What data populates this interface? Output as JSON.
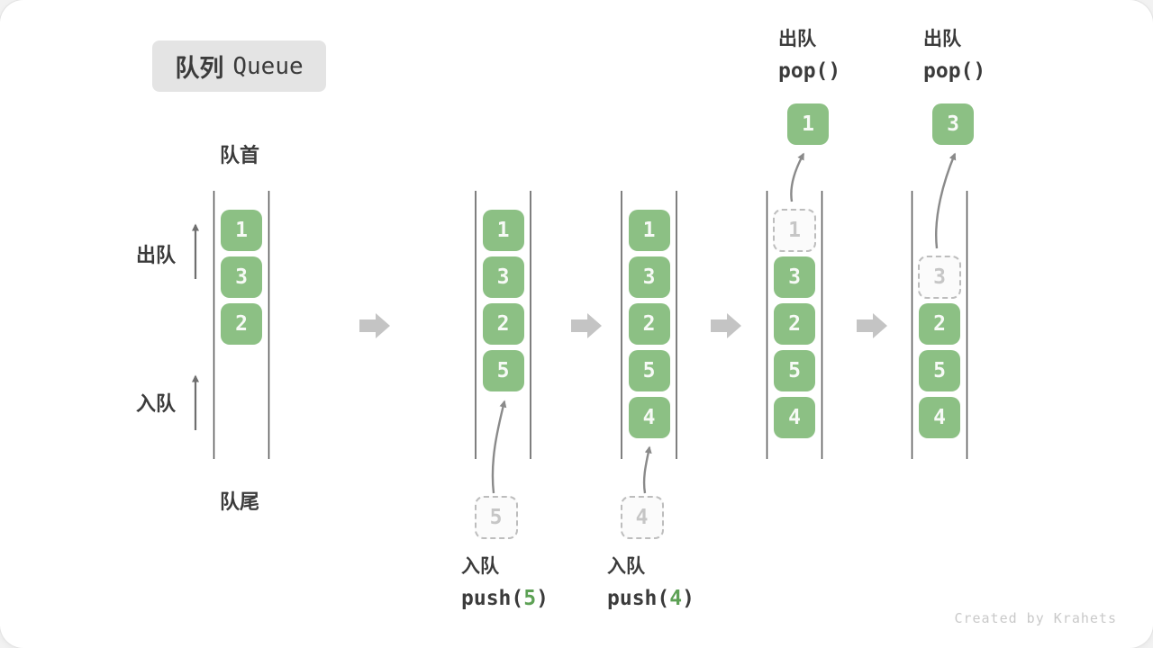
{
  "title": {
    "zh": "队列",
    "en": "Queue"
  },
  "side_labels": {
    "front": "队首",
    "rear": "队尾",
    "dequeue": "出队",
    "enqueue": "入队"
  },
  "watermark": "Created by Krahets",
  "colors": {
    "item_green": "#8cc084",
    "arg_green": "#5da155",
    "label_dark": "#3b3b3b",
    "thin_arrow": "#8a8a8a",
    "block_arrow": "#c4c4c4",
    "column_line": "#555555",
    "dashed_border": "#bdbdbd",
    "dashed_text": "#c6c6c6"
  },
  "states": [
    {
      "name": "initial",
      "slots": [
        {
          "slot": 0,
          "v": "1",
          "style": "green"
        },
        {
          "slot": 1,
          "v": "3",
          "style": "green"
        },
        {
          "slot": 2,
          "v": "2",
          "style": "green"
        }
      ]
    },
    {
      "name": "after-push-5",
      "slots": [
        {
          "slot": 0,
          "v": "1",
          "style": "green"
        },
        {
          "slot": 1,
          "v": "3",
          "style": "green"
        },
        {
          "slot": 2,
          "v": "2",
          "style": "green"
        },
        {
          "slot": 3,
          "v": "5",
          "style": "green"
        }
      ],
      "staged": "5",
      "op": {
        "kind": "push",
        "zh": "入队",
        "fn": "push",
        "arg": "5"
      }
    },
    {
      "name": "after-push-4",
      "slots": [
        {
          "slot": 0,
          "v": "1",
          "style": "green"
        },
        {
          "slot": 1,
          "v": "3",
          "style": "green"
        },
        {
          "slot": 2,
          "v": "2",
          "style": "green"
        },
        {
          "slot": 3,
          "v": "5",
          "style": "green"
        },
        {
          "slot": 4,
          "v": "4",
          "style": "green"
        }
      ],
      "staged": "4",
      "op": {
        "kind": "push",
        "zh": "入队",
        "fn": "push",
        "arg": "4"
      }
    },
    {
      "name": "after-pop-1",
      "slots": [
        {
          "slot": 0,
          "v": "1",
          "style": "dashed"
        },
        {
          "slot": 1,
          "v": "3",
          "style": "green"
        },
        {
          "slot": 2,
          "v": "2",
          "style": "green"
        },
        {
          "slot": 3,
          "v": "5",
          "style": "green"
        },
        {
          "slot": 4,
          "v": "4",
          "style": "green"
        }
      ],
      "popped": "1",
      "op": {
        "kind": "pop",
        "zh": "出队",
        "fn": "pop",
        "arg": ""
      }
    },
    {
      "name": "after-pop-3",
      "slots": [
        {
          "slot": 1,
          "v": "3",
          "style": "dashed"
        },
        {
          "slot": 2,
          "v": "2",
          "style": "green"
        },
        {
          "slot": 3,
          "v": "5",
          "style": "green"
        },
        {
          "slot": 4,
          "v": "4",
          "style": "green"
        }
      ],
      "popped": "3",
      "op": {
        "kind": "pop",
        "zh": "出队",
        "fn": "pop",
        "arg": ""
      }
    }
  ]
}
